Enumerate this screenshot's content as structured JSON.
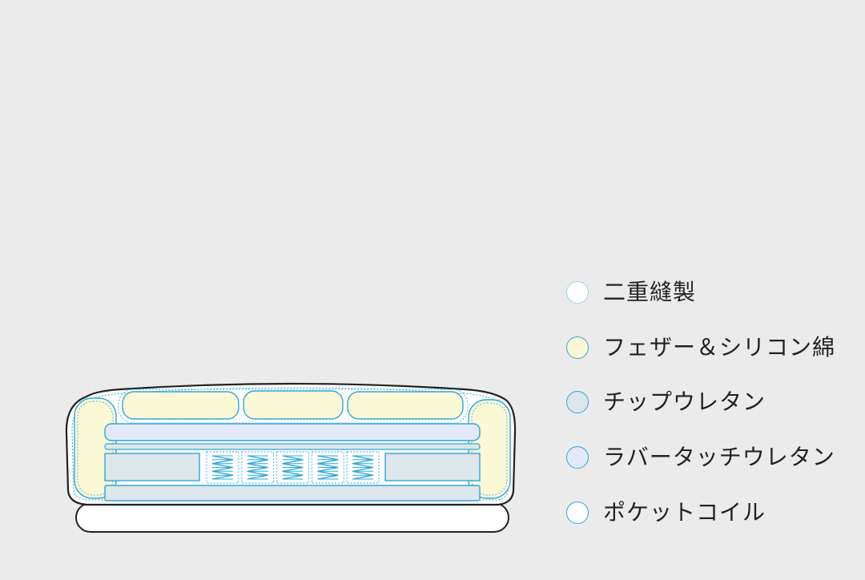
{
  "colors": {
    "background": "#ebebeb",
    "outline": "#222222",
    "stitch": "#2ea8dc",
    "feather": "#fbf8d6",
    "chip": "#dde6ea",
    "rubber": "#e4e9fa",
    "pocket_coil": "#ffffff",
    "base": "#ffffff"
  },
  "legend": [
    {
      "label": "二重縫製",
      "swatch": "#ffffff",
      "style": "dotted",
      "icon": "double-stitch-swatch-icon"
    },
    {
      "label": "フェザー＆シリコン綿",
      "swatch": "#fbf8d6",
      "style": "solid",
      "icon": "feather-swatch-icon"
    },
    {
      "label": "チップウレタン",
      "swatch": "#dde6ea",
      "style": "solid",
      "icon": "chip-urethane-swatch-icon"
    },
    {
      "label": "ラバータッチウレタン",
      "swatch": "#e4e9fa",
      "style": "solid",
      "icon": "rubber-urethane-swatch-icon"
    },
    {
      "label": "ポケットコイル",
      "swatch": "#ffffff",
      "style": "solid",
      "icon": "pocket-coil-swatch-icon"
    }
  ],
  "diagram": {
    "back_cushions": 3,
    "pocket_coils": 5
  }
}
